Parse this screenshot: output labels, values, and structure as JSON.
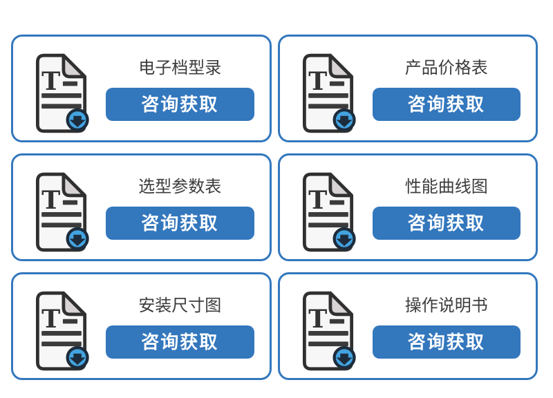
{
  "colors": {
    "accent_blue": "#3377bd",
    "badge_blue": "#43a3e0",
    "badge_dark": "#1d2c3c",
    "paper_fill": "#f7f7f7",
    "paper_stroke": "#303030",
    "fold_fill": "#d8d4d6",
    "bar_color": "#3b3b3b",
    "title_color": "#3c3c3c",
    "button_text": "#ffffff"
  },
  "icon": {
    "name": "document-download-icon",
    "letter": "T"
  },
  "cards": [
    {
      "title": "电子档型录",
      "button_label": "咨询获取"
    },
    {
      "title": "产品价格表",
      "button_label": "咨询获取"
    },
    {
      "title": "选型参数表",
      "button_label": "咨询获取"
    },
    {
      "title": "性能曲线图",
      "button_label": "咨询获取"
    },
    {
      "title": "安装尺寸图",
      "button_label": "咨询获取"
    },
    {
      "title": "操作说明书",
      "button_label": "咨询获取"
    }
  ]
}
